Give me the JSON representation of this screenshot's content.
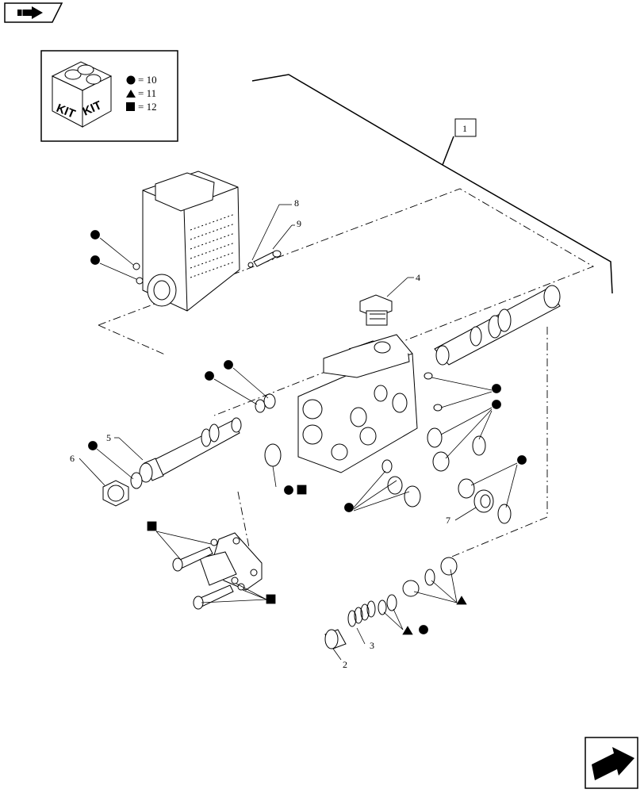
{
  "kit_legend": {
    "word_left": "KIT",
    "word_right": "KIT",
    "rows": [
      {
        "symbol": "circle",
        "text": "= 10"
      },
      {
        "symbol": "triangle",
        "text": "= 11"
      },
      {
        "symbol": "square",
        "text": "= 12"
      }
    ]
  },
  "callouts": {
    "assembly": "1",
    "p2": "2",
    "p3": "3",
    "p4": "4",
    "p5": "5",
    "p6": "6",
    "p7": "7",
    "p8": "8",
    "p9": "9"
  },
  "icons": {
    "back": "arrow-back-icon",
    "next": "arrow-next-icon"
  }
}
